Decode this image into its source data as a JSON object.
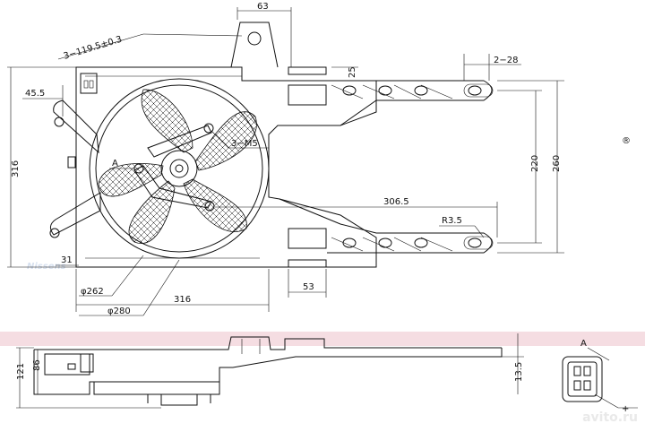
{
  "watermark": {
    "brand": "Nissens",
    "registered": "®",
    "site": "avito",
    "tld": "ru"
  },
  "dimensions": {
    "d63": "63",
    "d119": "3−119.5±0.3",
    "d25": "25",
    "d228": "2−28",
    "d455": "45.5",
    "d316h": "316",
    "dA": "A",
    "d3m5": "3−M5",
    "d220": "220",
    "d260": "260",
    "d3065": "306.5",
    "dR35": "R3.5",
    "d31": "31",
    "d262": "φ262",
    "d316w": "316",
    "d53": "53",
    "d280": "φ280",
    "d121": "121",
    "d86": "86",
    "d135": "13.5",
    "connA": "A",
    "connPlus": "+"
  }
}
